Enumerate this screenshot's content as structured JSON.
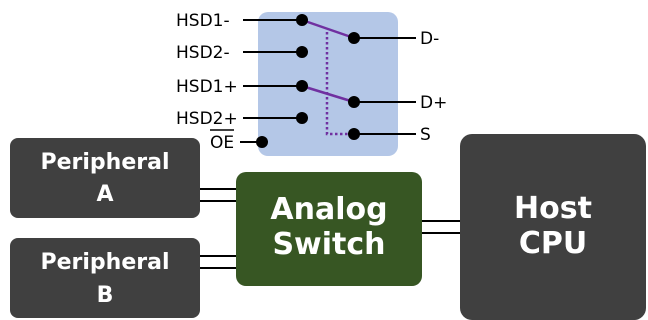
{
  "switch_pins": {
    "hsd1_minus": "HSD1-",
    "hsd2_minus": "HSD2-",
    "hsd1_plus": "HSD1+",
    "hsd2_plus": "HSD2+",
    "oe": "OE",
    "d_minus": "D-",
    "d_plus": "D+",
    "s": "S"
  },
  "blocks": {
    "peripheral_a": [
      "Peripheral",
      "A"
    ],
    "peripheral_b": [
      "Peripheral",
      "B"
    ],
    "analog_switch": [
      "Analog",
      "Switch"
    ],
    "host_cpu": [
      "Host",
      "CPU"
    ]
  },
  "colors": {
    "switch_panel": "#b4c7e7",
    "peripheral_block": "#404040",
    "host_block": "#404040",
    "analog_switch_block": "#375623",
    "switch_arm": "#7030a0",
    "select_dotted": "#7030a0",
    "pin_dot": "#000000"
  }
}
